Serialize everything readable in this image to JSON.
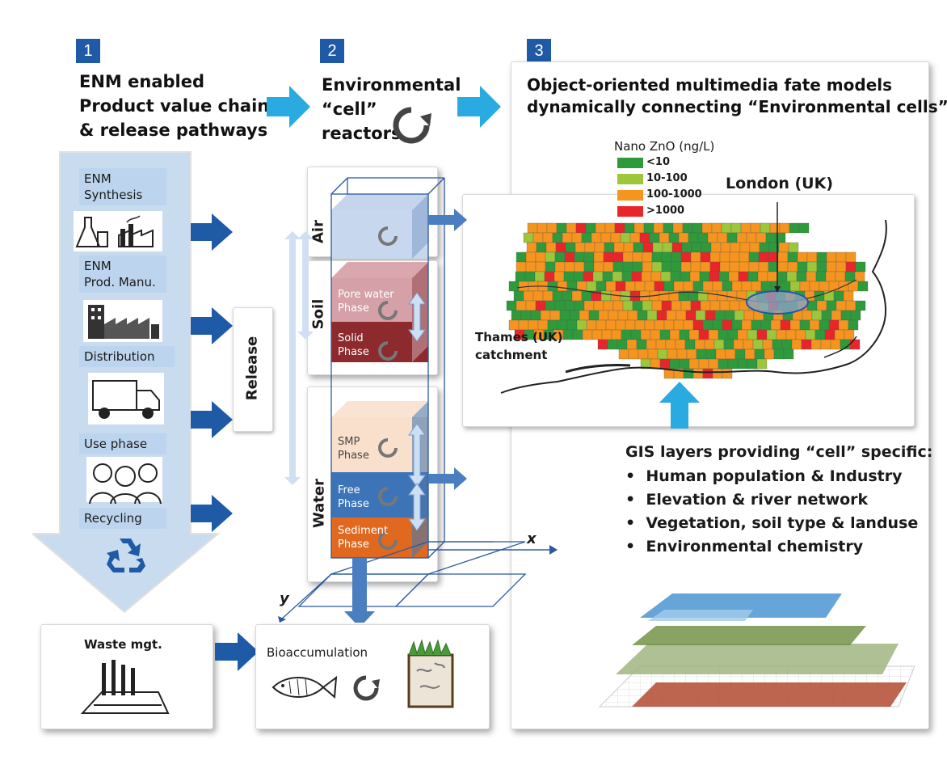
{
  "sections": [
    {
      "number": "1",
      "title_lines": [
        "ENM enabled",
        "Product value chains",
        "& release pathways"
      ]
    },
    {
      "number": "2",
      "title_lines": [
        "Environmental",
        "“cell”",
        "reactors"
      ]
    },
    {
      "number": "3",
      "title_lines": [
        "Object-oriented multimedia fate models",
        "dynamically connecting “Environmental cells”"
      ]
    }
  ],
  "value_chain": {
    "stages": [
      "ENM",
      "Synthesis",
      "ENM",
      "Prod. Manu.",
      "Distribution",
      "Use phase",
      "Recycling"
    ],
    "icons": [
      "lab-flask-icon",
      "factory-icon",
      "manufacturing-plant-icon",
      "delivery-truck-icon",
      "people-icon",
      "recycle-icon"
    ]
  },
  "waste": {
    "label": "Waste mgt.",
    "icon": "waste-plant-icon"
  },
  "release_label": "Release",
  "cell": {
    "compartments": [
      "Air",
      "Soil",
      "Water"
    ],
    "phases": {
      "pore_water": [
        "Pore water",
        "Phase"
      ],
      "solid": [
        "Solid",
        "Phase"
      ],
      "smp": [
        "SMP",
        "Phase"
      ],
      "free": [
        "Free",
        "Phase"
      ],
      "sediment": [
        "Sediment",
        "Phase"
      ]
    },
    "axis_x": "x",
    "axis_y": "y"
  },
  "bioaccumulation": {
    "label": "Bioaccumulation",
    "icons": [
      "fish-icon",
      "cycle-icon",
      "soil-core-icon"
    ]
  },
  "map": {
    "legend_title": "Nano ZnO (ng/L)",
    "legend": [
      {
        "label": "<10",
        "color": "#2e9a3c"
      },
      {
        "label": "10-100",
        "color": "#9dc63a"
      },
      {
        "label": "100-1000",
        "color": "#f5951f"
      },
      {
        "label": ">1000",
        "color": "#e8262a"
      }
    ],
    "city_label": "London (UK)",
    "catchment_lines": [
      "Thames (UK)",
      "catchment"
    ]
  },
  "gis": {
    "title": "GIS layers providing “cell” specific:",
    "items": [
      "Human population & Industry",
      "Elevation & river network",
      "Vegetation, soil type & landuse",
      "Environmental chemistry"
    ]
  },
  "colors": {
    "badge": "#1f5aa6",
    "cyan_arrow": "#29abe2",
    "dark_arrow": "#1f5aa6",
    "light_blue": "#bcd4ee"
  }
}
